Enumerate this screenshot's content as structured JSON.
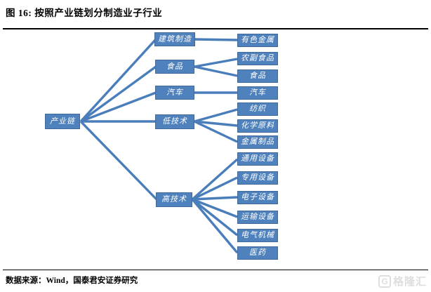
{
  "figure": {
    "title": "图 16:  按照产业链划分制造业子行业",
    "source": "数据来源：Wind，国泰君安证券研究"
  },
  "tree": {
    "root": {
      "label": "产业链"
    },
    "branches": [
      {
        "label": "建筑制造",
        "children": [
          "有色金属"
        ]
      },
      {
        "label": "食品",
        "children": [
          "农副食品",
          "食品"
        ]
      },
      {
        "label": "汽车",
        "children": [
          "汽车"
        ]
      },
      {
        "label": "低技术",
        "children": [
          "纺织",
          "化学原料",
          "金属制品"
        ]
      },
      {
        "label": "高技术",
        "children": [
          "通用设备",
          "专用设备",
          "电子设备",
          "运输设备",
          "电气机械",
          "医药"
        ]
      }
    ]
  },
  "colors": {
    "node_fill": "#4f81bd",
    "node_border": "#41699c",
    "node_text": "#ffffff",
    "connector_line": "#4a7ebb",
    "rule": "#000000",
    "watermark": "#dedede"
  },
  "watermark": {
    "icon": "gelonghui-g-icon",
    "icon_letter": "G",
    "logo_text": "格隆汇"
  }
}
